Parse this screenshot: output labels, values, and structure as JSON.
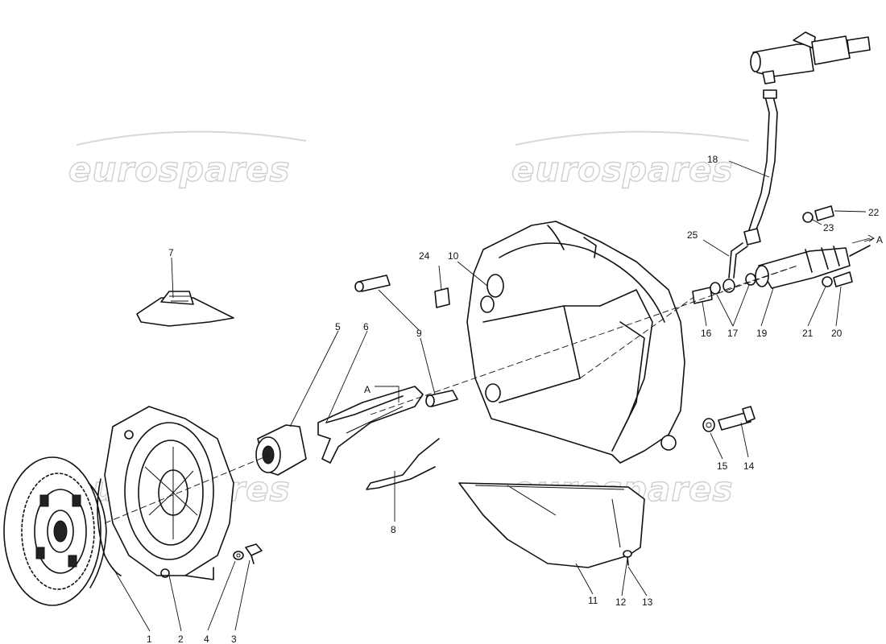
{
  "watermark": {
    "text": "eurospares"
  },
  "callouts": {
    "c1": "1",
    "c2": "2",
    "c3": "3",
    "c4": "4",
    "c5": "5",
    "c6": "6",
    "c7": "7",
    "c8": "8",
    "c9": "9",
    "c10": "10",
    "c11": "11",
    "c12": "12",
    "c13": "13",
    "c14": "14",
    "c15": "15",
    "c16": "16",
    "c17": "17",
    "c18": "18",
    "c19": "19",
    "c20": "20",
    "c21": "21",
    "c22": "22",
    "c23": "23",
    "c24": "24",
    "c25": "25"
  },
  "refs": {
    "a1": "A",
    "a2": "A"
  }
}
